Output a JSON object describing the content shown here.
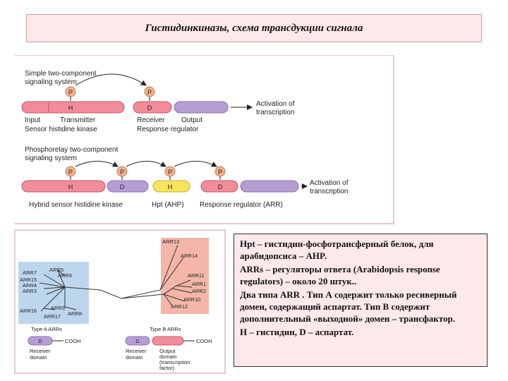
{
  "title": "Гистидинкиназы, схема трансдукции сигнала",
  "simple": {
    "heading_line1": "Simple two-component",
    "heading_line2": "signaling system",
    "p1": "P",
    "p2": "P",
    "input": "Input",
    "h": "H",
    "d": "D",
    "transmitter": "Transmitter",
    "receiver": "Receiver",
    "output": "Output",
    "sensor": "Sensor histidine kinase",
    "regulator": "Response regulator",
    "activation_line1": "Activation of",
    "activation_line2": "transcription"
  },
  "phospho": {
    "heading_line1": "Phosphorelay two-component",
    "heading_line2": "signaling system",
    "p1": "P",
    "p2": "P",
    "p3": "P",
    "p4": "P",
    "h1": "H",
    "d1": "D",
    "h2": "H",
    "d2": "D",
    "hybrid": "Hybrid sensor histidine kinase",
    "hpt": "Hpt (AHP)",
    "rr": "Response regulator (ARR)",
    "activation_line1": "Activation of",
    "activation_line2": "transcription"
  },
  "tree": {
    "typeA": [
      "ARR7",
      "ARR5",
      "ARR6",
      "ARR15",
      "ARR4",
      "ARR3",
      "ARR16",
      "ARR9",
      "ARR17",
      "ARR8"
    ],
    "typeB": [
      "ARR13",
      "ARR14",
      "ARR11",
      "ARR1",
      "ARR2",
      "ARR10",
      "ARR12"
    ],
    "typeA_label": "Type A ARRs",
    "typeB_label": "Type B ARRs",
    "d": "D",
    "cooh": "COOH",
    "receiver_line1": "Receiver",
    "receiver_line2": "domain",
    "output_line1": "Output",
    "output_line2": "domain",
    "output_line3": "(transcription",
    "output_line4": "factor)"
  },
  "text": {
    "para1": "Hpt – гистидин-фосфотрансферный белок, для арабидопсиса – AHP.",
    "para2": "ARRs – регуляторы ответа (Arabidopsis response regulators) – около 20 штук..",
    "para3": "Два типа ARR . Тип А содержит только ресиверный домен, содержащий аспартат. Тип В содержит дополнительный «выходной» домен – трансфактор.",
    "para4": "H – гистидин, D – аспартат."
  },
  "colors": {
    "pink_domain": "#f08d99",
    "purple_domain": "#b59ed3",
    "yellow_domain": "#f7e45d",
    "phospho_circle": "#f2b089",
    "typeA_bg": "#bcd6ee",
    "typeB_bg": "#f4b6a8"
  }
}
